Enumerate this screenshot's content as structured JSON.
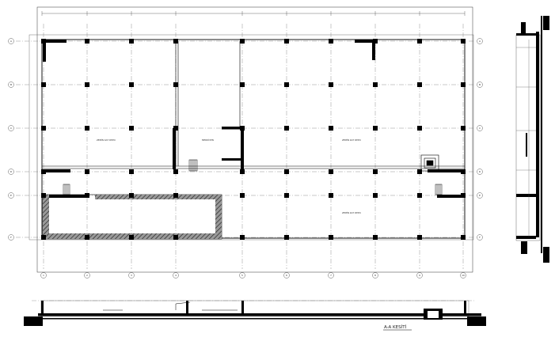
{
  "drawing": {
    "section_title": "A-A KESİTİ",
    "grid_rows": [
      "A",
      "B",
      "C",
      "D",
      "E",
      "F"
    ],
    "grid_cols": [
      "1",
      "2",
      "3",
      "4",
      "5",
      "6",
      "7",
      "8",
      "9",
      "10"
    ],
    "room_notes": [
      "ZEMİN KAT DEPO",
      "MERDİVEN",
      "ZEMİN KAT DEPO",
      "ZEMİN KAT DEPO"
    ],
    "line_color": "#000000",
    "grid_color": "#555555"
  }
}
